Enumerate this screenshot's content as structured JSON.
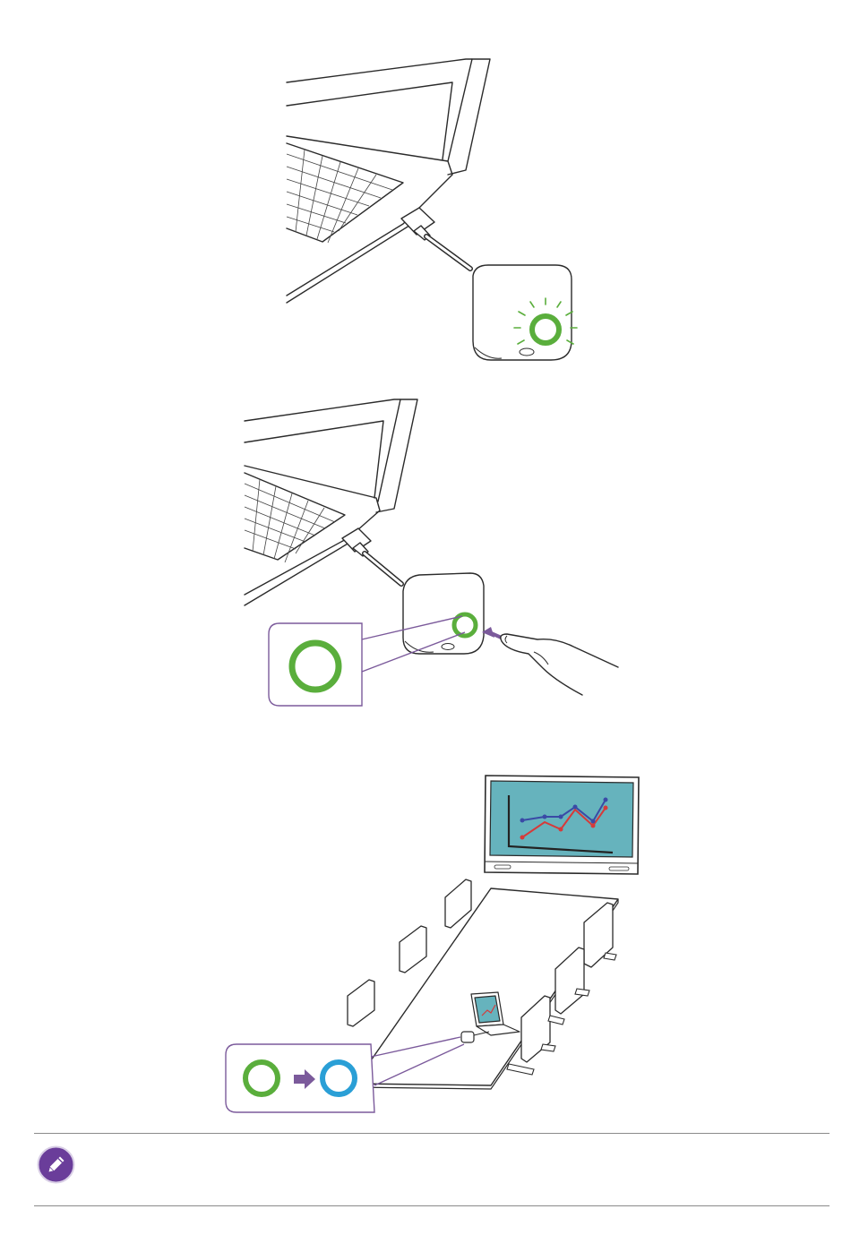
{
  "page": {
    "figures": [
      {
        "id": "step-dongle-led",
        "description_icon": "laptop-with-dongle-icon"
      },
      {
        "id": "step-press-button",
        "description_icon": "finger-press-icon"
      },
      {
        "id": "step-meeting-room",
        "description_icon": "meeting-room-icon"
      }
    ],
    "led_states": {
      "ready_color": "#5aae3c",
      "sharing_color": "#2a9fd6"
    },
    "callout_color": "#7b5a9b",
    "note": {
      "icon": "pencil-note-icon",
      "icon_color": "#6a3d9a",
      "text": ""
    }
  }
}
